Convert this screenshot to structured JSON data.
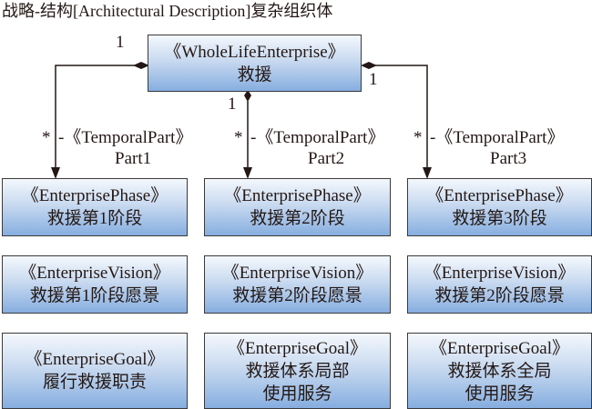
{
  "title": "战略-结构[Architectural Description]复杂组织体",
  "root": {
    "stereotype": "《WholeLifeEnterprise》",
    "name": "救援"
  },
  "associations": [
    {
      "source_multiplicity": "1",
      "target_multiplicity": "*",
      "role": "-《TemporalPart》",
      "name": "Part1"
    },
    {
      "source_multiplicity": "1",
      "target_multiplicity": "*",
      "role": "-《TemporalPart》",
      "name": "Part2"
    },
    {
      "source_multiplicity": "1",
      "target_multiplicity": "*",
      "role": "-《TemporalPart》",
      "name": "Part3"
    }
  ],
  "phases": [
    {
      "stereotype": "《EnterprisePhase》",
      "name": "救援第1阶段"
    },
    {
      "stereotype": "《EnterprisePhase》",
      "name": "救援第2阶段"
    },
    {
      "stereotype": "《EnterprisePhase》",
      "name": "救援第3阶段"
    }
  ],
  "visions": [
    {
      "stereotype": "《EnterpriseVision》",
      "name": "救援第1阶段愿景"
    },
    {
      "stereotype": "《EnterpriseVision》",
      "name": "救援第2阶段愿景"
    },
    {
      "stereotype": "《EnterpriseVision》",
      "name": "救援第2阶段愿景"
    }
  ],
  "goals": [
    {
      "stereotype": "《EnterpriseGoal》",
      "lines": [
        "履行救援职责"
      ]
    },
    {
      "stereotype": "《EnterpriseGoal》",
      "lines": [
        "救援体系局部",
        "使用服务"
      ]
    },
    {
      "stereotype": "《EnterpriseGoal》",
      "lines": [
        "救援体系全局",
        "使用服务"
      ]
    }
  ],
  "colors": {
    "box_top": "#f4f8fd",
    "box_bottom": "#86aee0",
    "line": "#231815"
  }
}
